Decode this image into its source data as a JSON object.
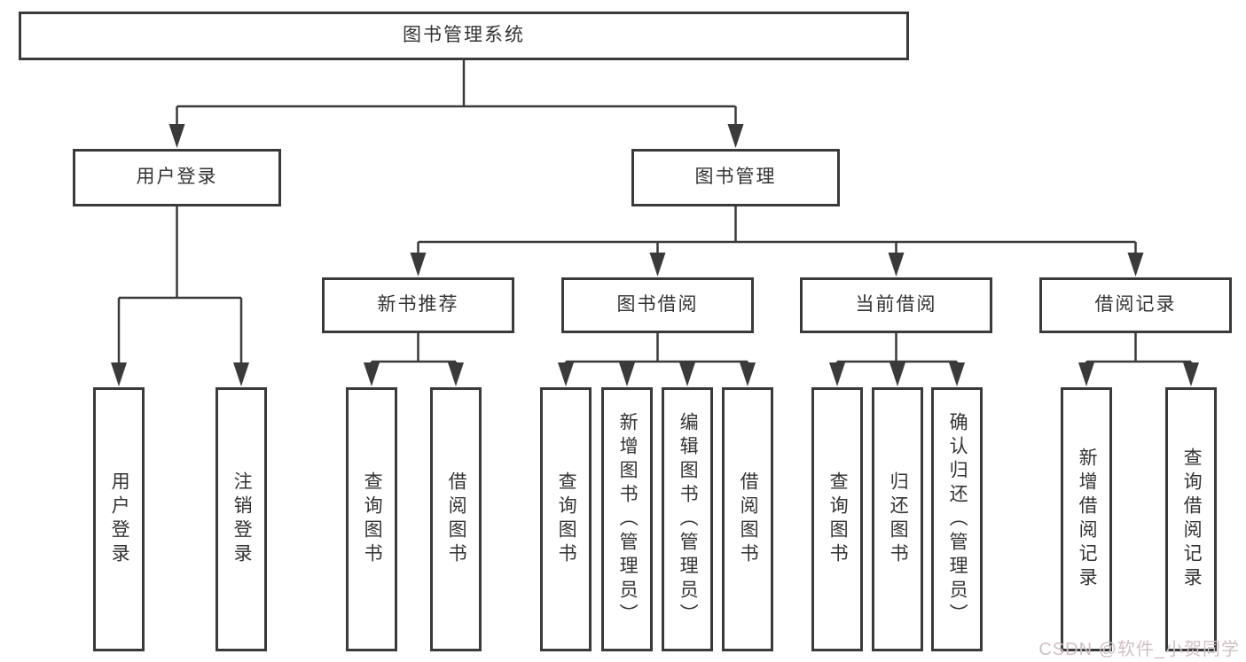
{
  "tree": {
    "root": {
      "label": "图书管理系统"
    },
    "level2": [
      {
        "label": "用户登录",
        "children": [
          {
            "label": "用户登录"
          },
          {
            "label": "注销登录"
          }
        ]
      },
      {
        "label": "图书管理",
        "children": [
          {
            "label": "新书推荐",
            "children": [
              {
                "label": "查询图书"
              },
              {
                "label": "借阅图书"
              }
            ]
          },
          {
            "label": "图书借阅",
            "children": [
              {
                "label": "查询图书"
              },
              {
                "label": "新增图书（管理员）"
              },
              {
                "label": "编辑图书（管理员）"
              },
              {
                "label": "借阅图书"
              }
            ]
          },
          {
            "label": "当前借阅",
            "children": [
              {
                "label": "查询图书"
              },
              {
                "label": "归还图书"
              },
              {
                "label": "确认归还（管理员）"
              }
            ]
          },
          {
            "label": "借阅记录",
            "children": [
              {
                "label": "新增借阅记录"
              },
              {
                "label": "查询借阅记录"
              }
            ]
          }
        ]
      }
    ]
  },
  "watermark": {
    "text": "CSDN @软件_小贺同学"
  },
  "colors": {
    "line": "#3a3a3a",
    "box_border": "#3a3a3a",
    "text": "#333333",
    "watermark_text": "#cfc0c7",
    "background": "#ffffff"
  }
}
